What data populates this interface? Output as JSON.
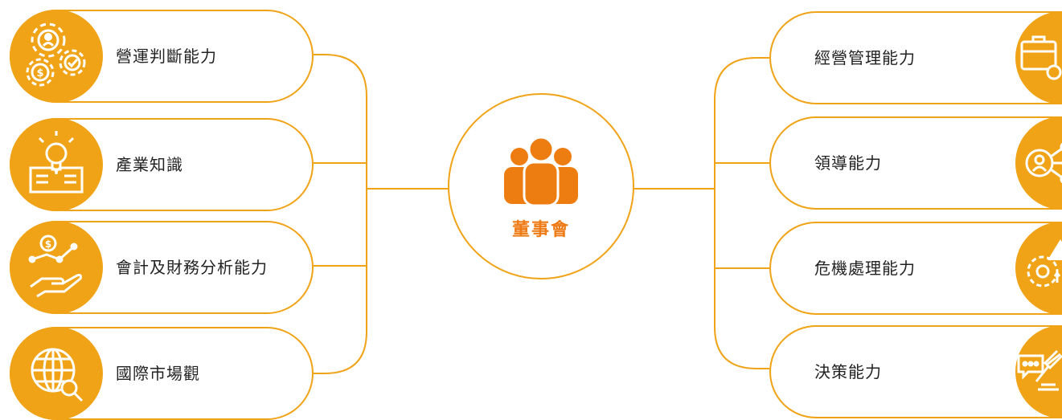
{
  "center": {
    "label": "董事會",
    "icon": "people-group-icon"
  },
  "left_items": [
    {
      "label": "營運判斷能力",
      "icon": "gears-person-money-icon"
    },
    {
      "label": "產業知識",
      "icon": "lightbulb-book-icon"
    },
    {
      "label": "會計及財務分析能力",
      "icon": "hand-money-chart-icon"
    },
    {
      "label": "國際市場觀",
      "icon": "globe-search-icon"
    }
  ],
  "right_items": [
    {
      "label": "經營管理能力",
      "icon": "briefcase-gear-icon"
    },
    {
      "label": "領導能力",
      "icon": "person-network-icon"
    },
    {
      "label": "危機處理能力",
      "icon": "warning-gear-cycle-icon"
    },
    {
      "label": "決策能力",
      "icon": "chat-gavel-icon"
    }
  ],
  "colors": {
    "accent": "#f0a316",
    "center_text": "#ef7a14",
    "center_icon": "#ee7d11",
    "text": "#222222",
    "background": "#ffffff"
  }
}
